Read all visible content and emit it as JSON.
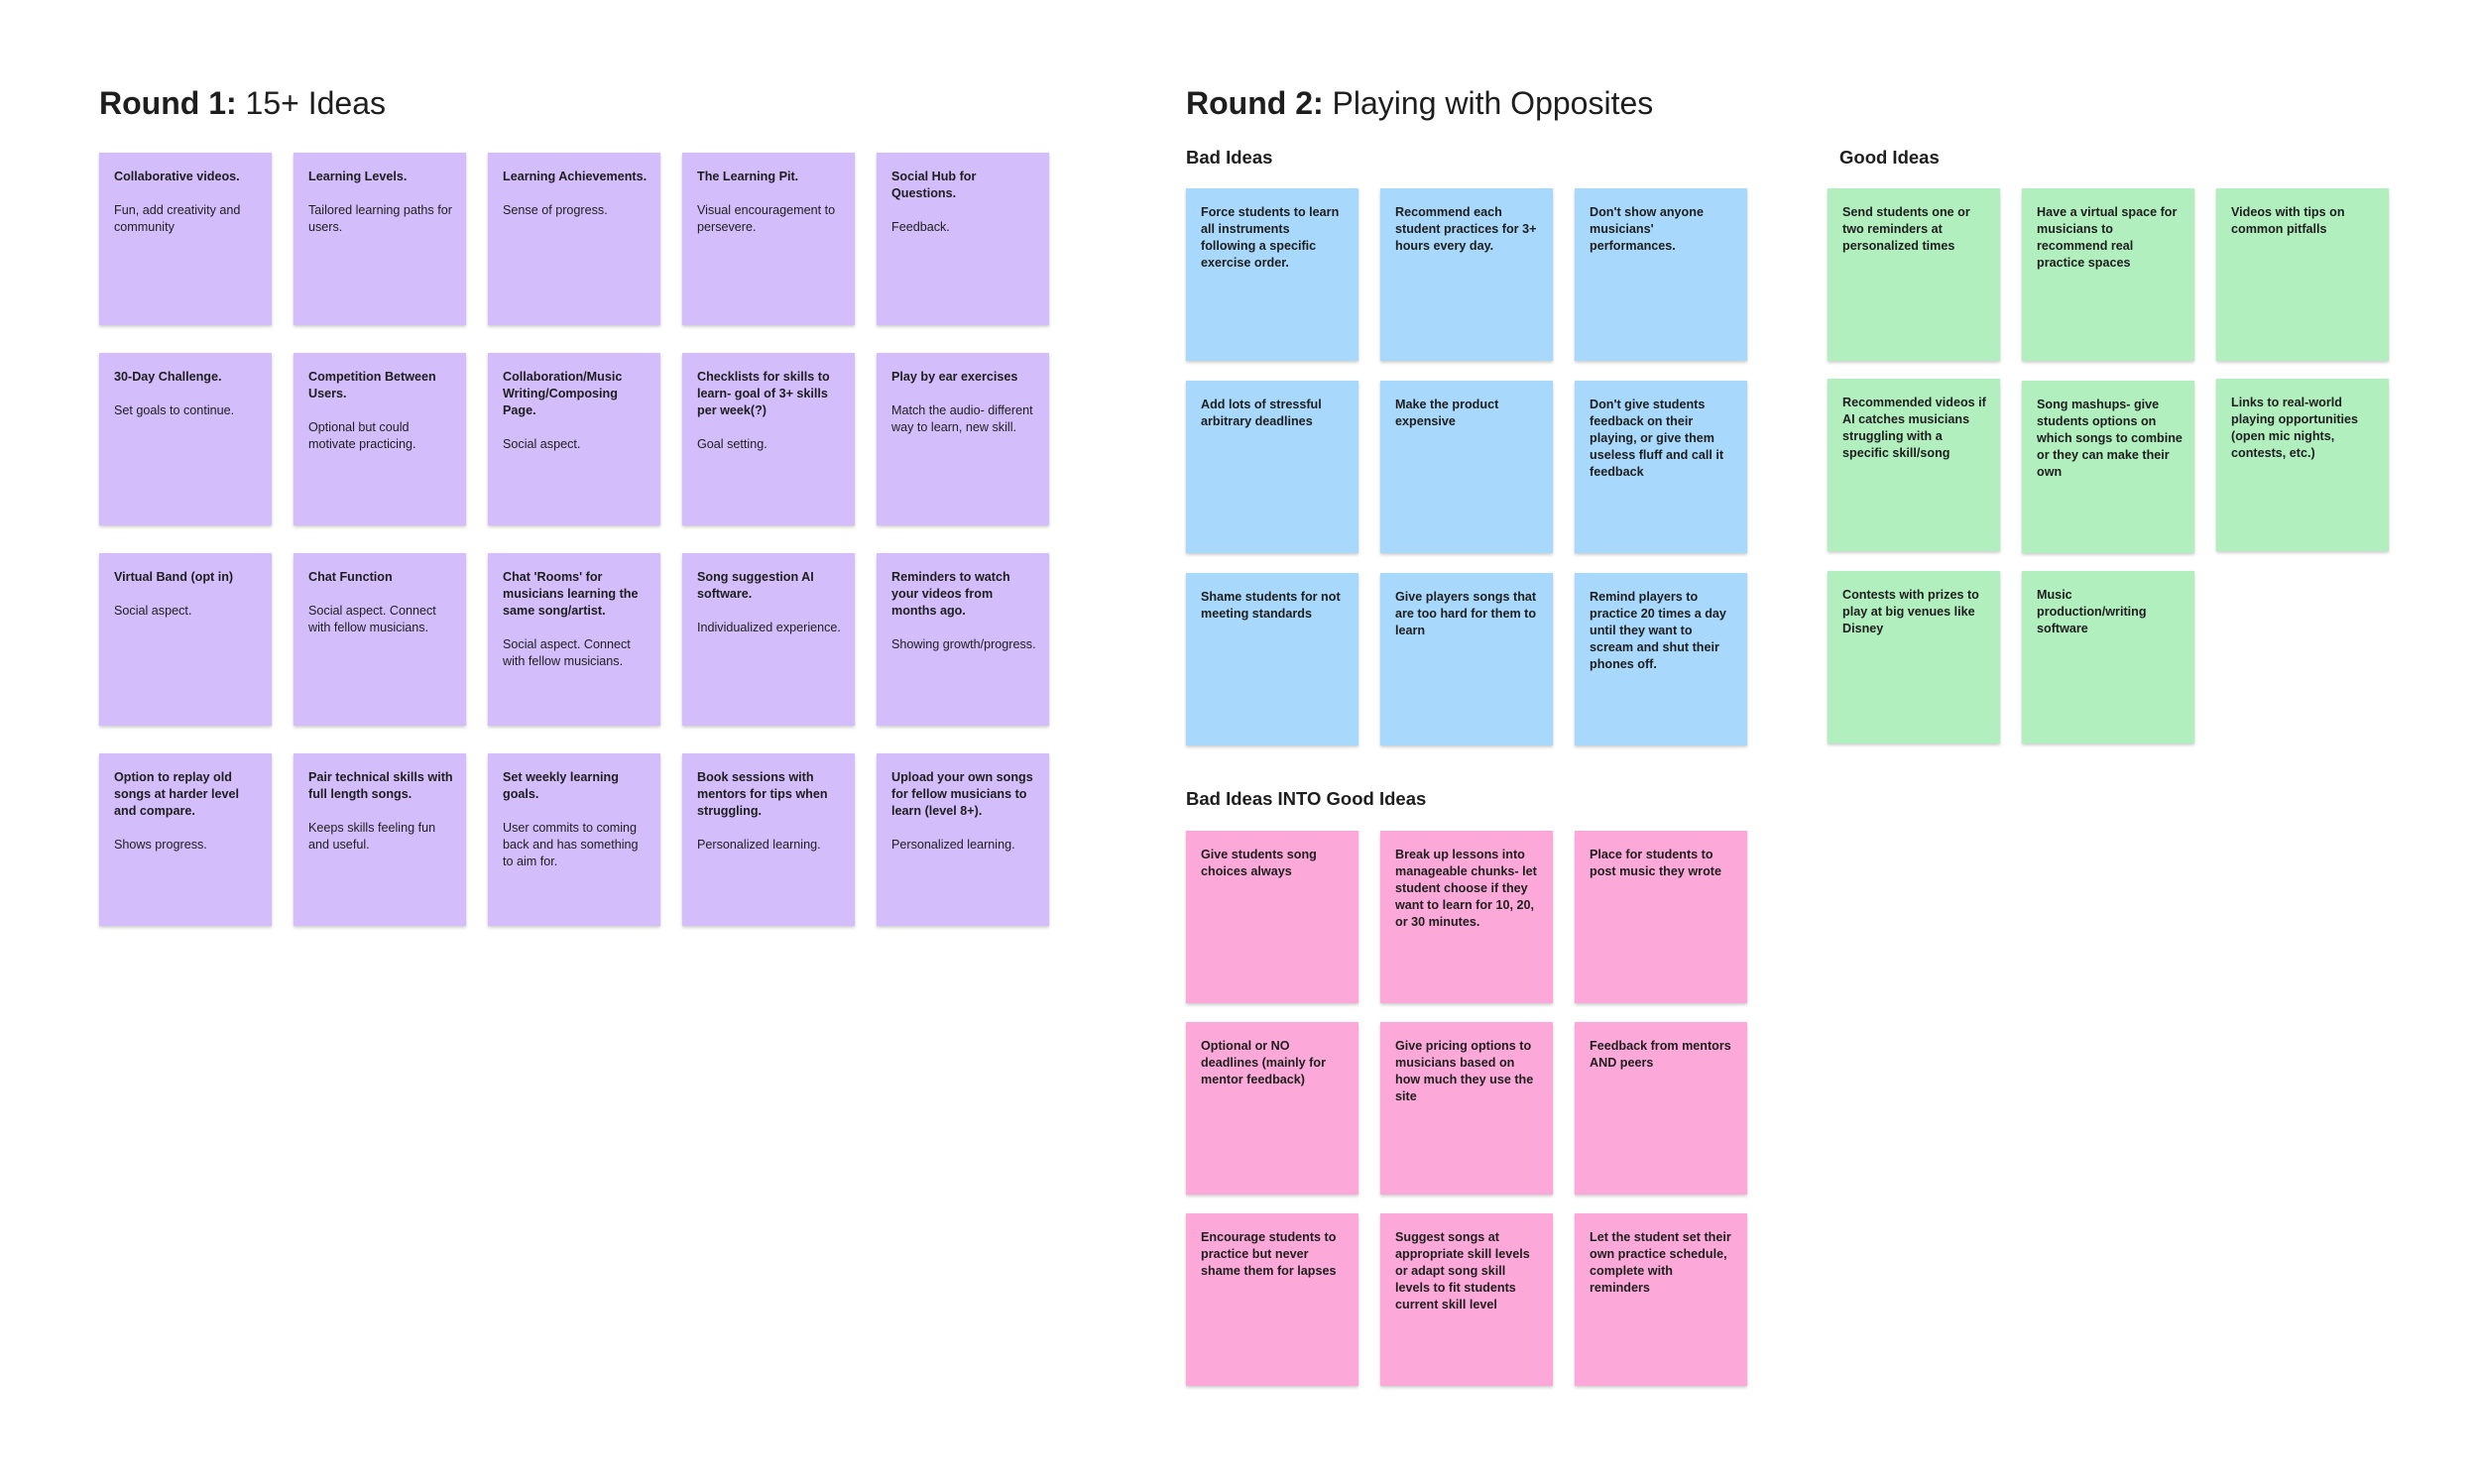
{
  "round1": {
    "title_strong": "Round 1:",
    "title_rest": " 15+ Ideas",
    "notes": [
      {
        "title": "Collaborative videos.",
        "body": "Fun, add creativity and community"
      },
      {
        "title": "Learning Levels.",
        "body": "Tailored learning paths for users."
      },
      {
        "title": "Learning Achievements.",
        "body": "Sense of progress."
      },
      {
        "title": "The Learning Pit.",
        "body": "Visual encouragement to persevere."
      },
      {
        "title": "Social Hub for Questions.",
        "body": "Feedback."
      },
      {
        "title": "30-Day Challenge.",
        "body": "Set goals to continue."
      },
      {
        "title": "Competition Between Users.",
        "body": "Optional but could motivate practicing."
      },
      {
        "title": "Collaboration/Music Writing/Composing Page.",
        "body": "Social aspect."
      },
      {
        "title": "Checklists for skills to learn- goal of 3+ skills per week(?)",
        "body": "Goal setting."
      },
      {
        "title": "Play by ear exercises",
        "body": "Match the audio- different way to learn, new skill."
      },
      {
        "title": "Virtual Band (opt in)",
        "body": "Social aspect."
      },
      {
        "title": "Chat Function",
        "body": "Social aspect. Connect with fellow musicians."
      },
      {
        "title": "Chat 'Rooms' for musicians learning the same song/artist.",
        "body": "Social aspect. Connect with fellow musicians."
      },
      {
        "title": "Song suggestion AI software.",
        "body": "Individualized experience."
      },
      {
        "title": "Reminders to watch your videos from months ago.",
        "body": "Showing growth/progress."
      },
      {
        "title": "Option to replay old songs at harder level and compare.",
        "body": "Shows progress."
      },
      {
        "title": "Pair technical skills with full length songs.",
        "body": "Keeps skills feeling fun and useful."
      },
      {
        "title": "Set weekly learning goals.",
        "body": "User commits to coming back and has something to aim for."
      },
      {
        "title": "Book sessions with mentors for tips when struggling.",
        "body": "Personalized learning."
      },
      {
        "title": "Upload your own songs for fellow musicians to learn (level 8+).",
        "body": "Personalized learning."
      }
    ]
  },
  "round2": {
    "title_strong": "Round 2:",
    "title_rest": " Playing with Opposites",
    "bad": {
      "label": "Bad Ideas",
      "notes": [
        {
          "title": "Force students to learn all instruments following a specific exercise order."
        },
        {
          "title": "Recommend each student practices for 3+ hours every day."
        },
        {
          "title": "Don't show anyone musicians' performances."
        },
        {
          "title": "Add lots of stressful arbitrary deadlines"
        },
        {
          "title": "Make the product expensive"
        },
        {
          "title": "Don't give students feedback on their playing, or give them useless fluff and call it feedback"
        },
        {
          "title": "Shame students for not meeting standards"
        },
        {
          "title": "Give players songs that are too hard for them to learn"
        },
        {
          "title": "Remind players to practice 20 times a day until they want to scream and shut their phones off."
        }
      ]
    },
    "good": {
      "label": "Good Ideas",
      "notes": [
        {
          "title": "Send students one or two reminders at personalized times"
        },
        {
          "title": "Have a virtual space for musicians to recommend real practice spaces"
        },
        {
          "title": "Videos with tips on common pitfalls"
        },
        {
          "title": "Recommended videos if AI catches musicians struggling with a specific skill/song"
        },
        {
          "title": "Song mashups- give students options on which songs to combine or they can make their own"
        },
        {
          "title": "Links to real-world playing opportunities (open mic nights, contests, etc.)"
        },
        {
          "title": "Contests with prizes to play at big venues like Disney"
        },
        {
          "title": "Music production/writing software"
        }
      ]
    },
    "into": {
      "label": "Bad Ideas INTO Good Ideas",
      "notes": [
        {
          "title": "Give students song choices always"
        },
        {
          "title": "Break up lessons into manageable chunks- let student choose if they want to learn for 10, 20, or 30 minutes."
        },
        {
          "title": "Place for students to post music they wrote"
        },
        {
          "title": "Optional or NO deadlines (mainly for mentor feedback)"
        },
        {
          "title": "Give pricing options to musicians based on how much they use the site"
        },
        {
          "title": "Feedback from mentors AND peers"
        },
        {
          "title": "Encourage students to practice but never shame them for lapses"
        },
        {
          "title": "Suggest songs at appropriate skill levels or adapt song skill levels to fit students current skill level"
        },
        {
          "title": "Let the student set their own practice schedule, complete with reminders"
        }
      ]
    }
  }
}
